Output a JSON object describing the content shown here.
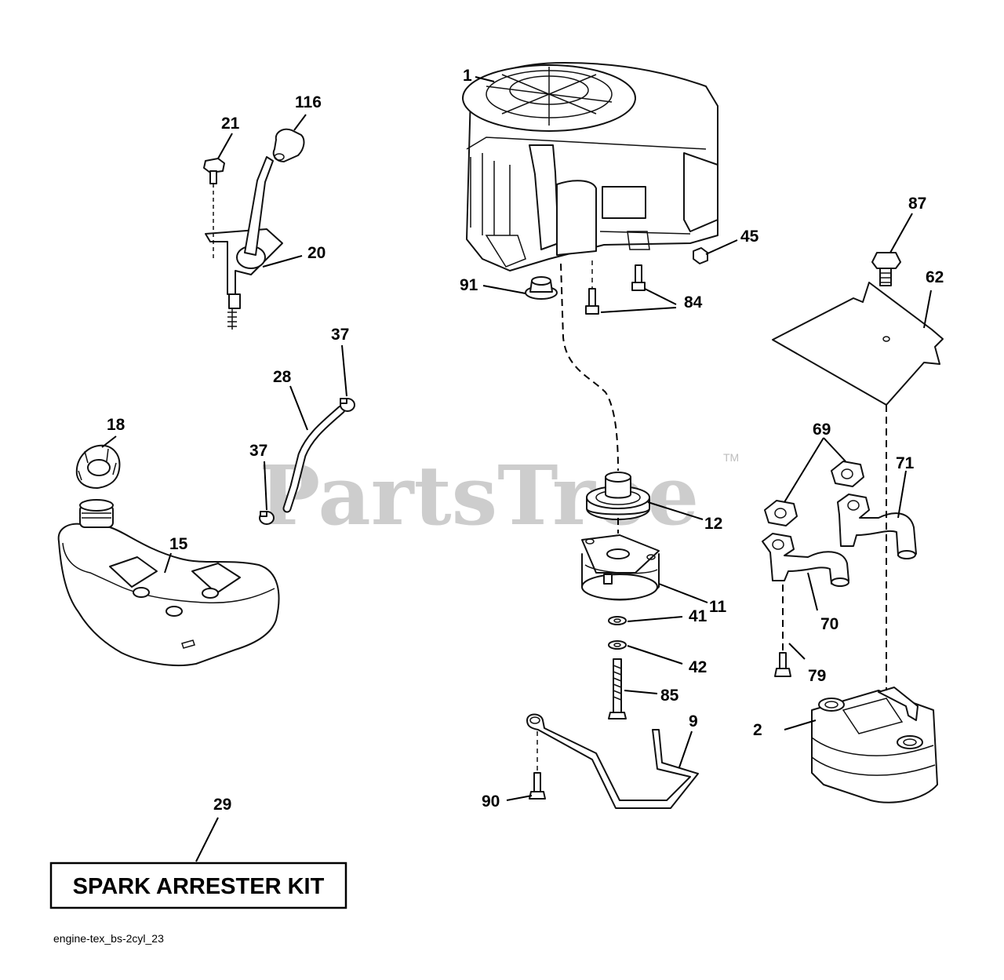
{
  "watermark": {
    "text": "PartsTree",
    "trademark": "TM"
  },
  "callouts": {
    "c1": "1",
    "c2": "2",
    "c9": "9",
    "c11": "11",
    "c12": "12",
    "c15": "15",
    "c18": "18",
    "c20": "20",
    "c21": "21",
    "c28": "28",
    "c29": "29",
    "c37a": "37",
    "c37b": "37",
    "c41": "41",
    "c42": "42",
    "c45": "45",
    "c62": "62",
    "c69": "69",
    "c70": "70",
    "c71": "71",
    "c79": "79",
    "c84": "84",
    "c85": "85",
    "c87": "87",
    "c90": "90",
    "c91": "91",
    "c116": "116"
  },
  "kit_label": "SPARK ARRESTER KIT",
  "reference_code": "engine-tex_bs-2cyl_23"
}
